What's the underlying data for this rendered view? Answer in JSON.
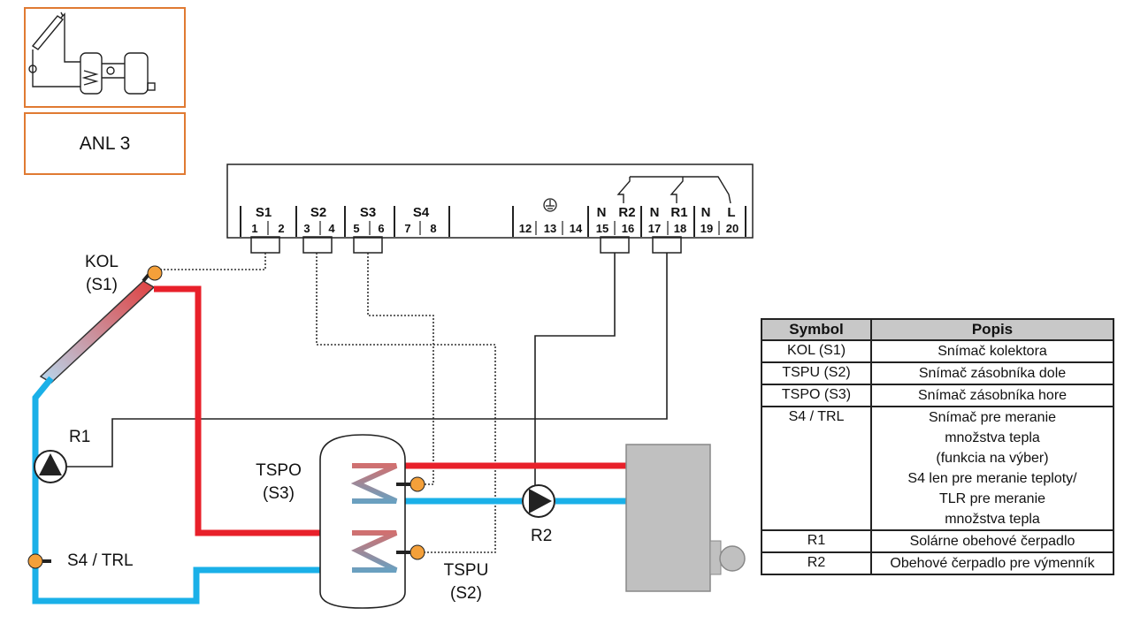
{
  "variant": "ANL 3",
  "terminals": {
    "groups": [
      "S1",
      "S2",
      "S3",
      "S4",
      "N",
      "R2",
      "N",
      "R1",
      "N",
      "L"
    ],
    "numbers": [
      "1",
      "2",
      "3",
      "4",
      "5",
      "6",
      "7",
      "8",
      "12",
      "13",
      "14",
      "15",
      "16",
      "17",
      "18",
      "19",
      "20"
    ]
  },
  "labels": {
    "kol": [
      "KOL",
      "(S1)"
    ],
    "r1": "R1",
    "s4": "S4 / TRL",
    "tspo": [
      "TSPO",
      "(S3)"
    ],
    "tspu": [
      "TSPU",
      "(S2)"
    ],
    "r2": "R2"
  },
  "legend": {
    "headers": [
      "Symbol",
      "Popis"
    ],
    "rows": [
      {
        "symbol": "KOL (S1)",
        "lines": [
          "Snímač kolektora"
        ]
      },
      {
        "symbol": "TSPU (S2)",
        "lines": [
          "Snímač zásobníka dole"
        ]
      },
      {
        "symbol": "TSPO (S3)",
        "lines": [
          "Snímač zásobníka hore"
        ]
      },
      {
        "symbol": "S4 / TRL",
        "lines": [
          "Snímač pre meranie",
          "množstva tepla",
          "(funkcia na výber)",
          "S4 len pre meranie teploty/",
          "TLR pre meranie",
          "množstva tepla"
        ]
      },
      {
        "symbol": "R1",
        "lines": [
          "Solárne obehové čerpadlo"
        ]
      },
      {
        "symbol": "R2",
        "lines": [
          "Obehové čerpadlo pre výmenník"
        ]
      }
    ]
  },
  "colors": {
    "hot": "#e8202a",
    "cold": "#1ab0e8",
    "sensor": "#f4a03a",
    "frame": "#e07a32",
    "boiler": "#c0c0c0"
  }
}
